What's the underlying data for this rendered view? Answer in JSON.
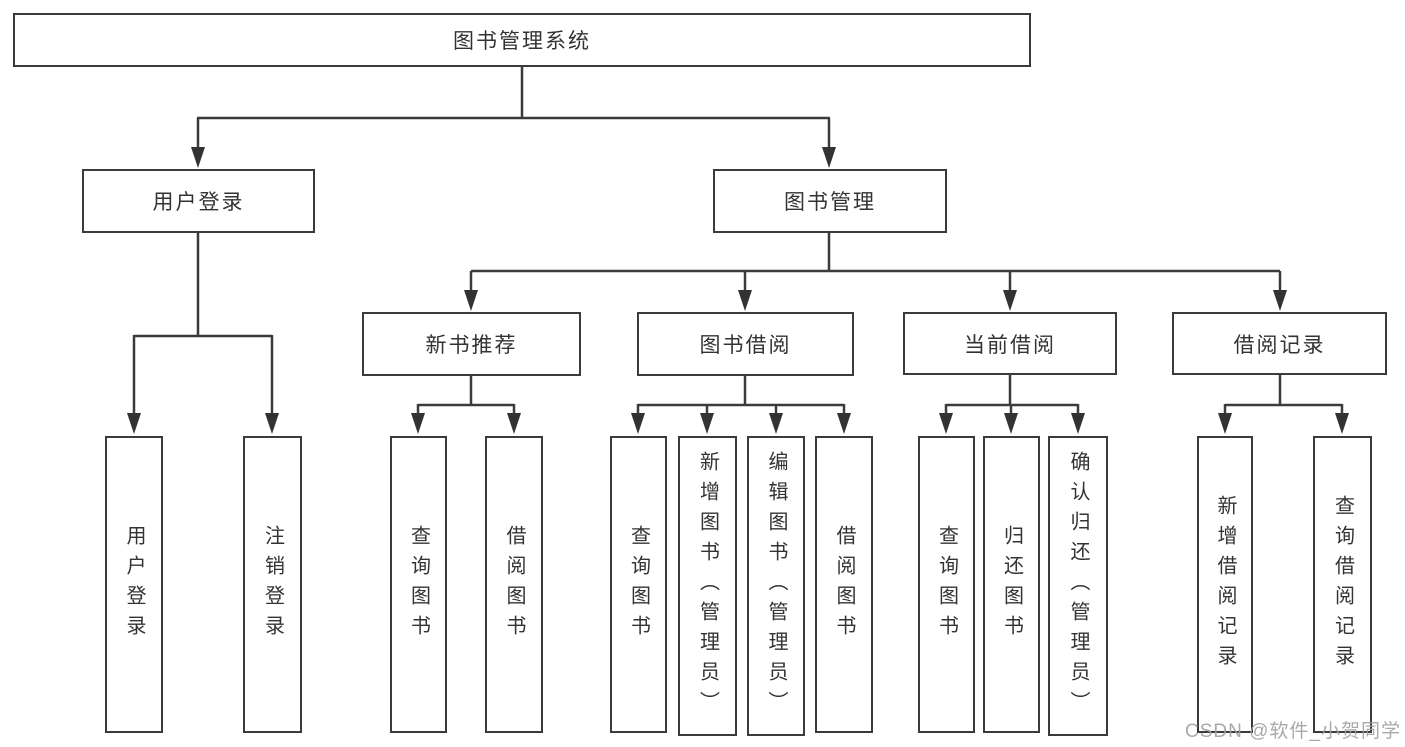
{
  "diagram": {
    "tree": {
      "label": "图书管理系统",
      "children": [
        {
          "label": "用户登录",
          "children": [
            {
              "label": "用户登录"
            },
            {
              "label": "注销登录"
            }
          ]
        },
        {
          "label": "图书管理",
          "children": [
            {
              "label": "新书推荐",
              "children": [
                {
                  "label": "查询图书"
                },
                {
                  "label": "借阅图书"
                }
              ]
            },
            {
              "label": "图书借阅",
              "children": [
                {
                  "label": "查询图书"
                },
                {
                  "label": "新增图书（管理员）"
                },
                {
                  "label": "编辑图书（管理员）"
                },
                {
                  "label": "借阅图书"
                }
              ]
            },
            {
              "label": "当前借阅",
              "children": [
                {
                  "label": "查询图书"
                },
                {
                  "label": "归还图书"
                },
                {
                  "label": "确认归还（管理员）"
                }
              ]
            },
            {
              "label": "借阅记录",
              "children": [
                {
                  "label": "新增借阅记录"
                },
                {
                  "label": "查询借阅记录"
                }
              ]
            }
          ]
        }
      ]
    },
    "colors": {
      "line": "#3b3b3b",
      "box_border": "#3b3b3b",
      "text": "#333333",
      "watermark": "#a0a0a0",
      "background": "#ffffff"
    }
  },
  "watermark": "CSDN @软件_小贺同学"
}
